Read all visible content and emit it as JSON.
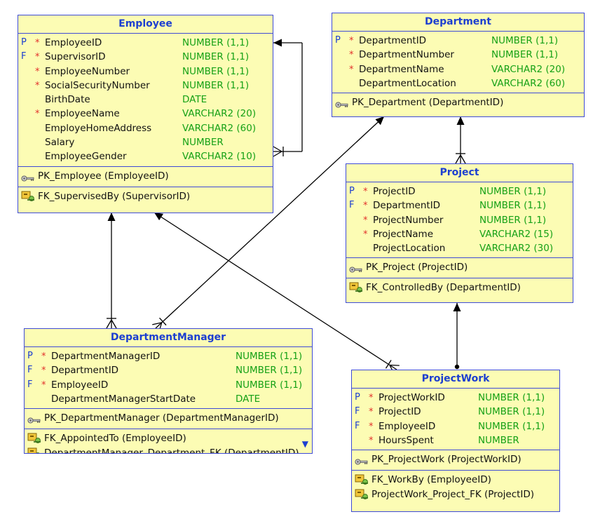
{
  "entities": {
    "employee": {
      "title": "Employee",
      "columns": [
        {
          "marker": "P",
          "required": "*",
          "name": "EmployeeID",
          "type": "NUMBER (1,1)"
        },
        {
          "marker": "F",
          "required": "*",
          "name": "SupervisorID",
          "type": "NUMBER (1,1)"
        },
        {
          "marker": "",
          "required": "*",
          "name": "EmployeeNumber",
          "type": "NUMBER (1,1)"
        },
        {
          "marker": "",
          "required": "*",
          "name": "SocialSecurityNumber",
          "type": "NUMBER (1,1)"
        },
        {
          "marker": "",
          "required": "",
          "name": "BirthDate",
          "type": "DATE"
        },
        {
          "marker": "",
          "required": "*",
          "name": "EmployeeName",
          "type": "VARCHAR2 (20)"
        },
        {
          "marker": "",
          "required": "",
          "name": "EmployeHomeAddress",
          "type": "VARCHAR2 (60)"
        },
        {
          "marker": "",
          "required": "",
          "name": "Salary",
          "type": "NUMBER"
        },
        {
          "marker": "",
          "required": "",
          "name": "EmployeeGender",
          "type": "VARCHAR2 (10)"
        }
      ],
      "pk": [
        "PK_Employee (EmployeeID)"
      ],
      "fk": [
        "FK_SupervisedBy (SupervisorID)"
      ]
    },
    "department": {
      "title": "Department",
      "columns": [
        {
          "marker": "P",
          "required": "*",
          "name": "DepartmentID",
          "type": "NUMBER (1,1)"
        },
        {
          "marker": "",
          "required": "*",
          "name": "DepartmentNumber",
          "type": "NUMBER (1,1)"
        },
        {
          "marker": "",
          "required": "*",
          "name": "DepartmentName",
          "type": "VARCHAR2 (20)"
        },
        {
          "marker": "",
          "required": "",
          "name": "DepartmentLocation",
          "type": "VARCHAR2 (60)"
        }
      ],
      "pk": [
        "PK_Department (DepartmentID)"
      ],
      "fk": []
    },
    "project": {
      "title": "Project",
      "columns": [
        {
          "marker": "P",
          "required": "*",
          "name": "ProjectID",
          "type": "NUMBER (1,1)"
        },
        {
          "marker": "F",
          "required": "*",
          "name": "DepartmentID",
          "type": "NUMBER (1,1)"
        },
        {
          "marker": "",
          "required": "*",
          "name": "ProjectNumber",
          "type": "NUMBER (1,1)"
        },
        {
          "marker": "",
          "required": "*",
          "name": "ProjectName",
          "type": "VARCHAR2 (15)"
        },
        {
          "marker": "",
          "required": "",
          "name": "ProjectLocation",
          "type": "VARCHAR2 (30)"
        }
      ],
      "pk": [
        "PK_Project (ProjectID)"
      ],
      "fk": [
        "FK_ControlledBy (DepartmentID)"
      ]
    },
    "departmentManager": {
      "title": "DepartmentManager",
      "columns": [
        {
          "marker": "P",
          "required": "*",
          "name": "DepartmentManagerID",
          "type": "NUMBER (1,1)"
        },
        {
          "marker": "F",
          "required": "*",
          "name": "DepartmentID",
          "type": "NUMBER (1,1)"
        },
        {
          "marker": "F",
          "required": "*",
          "name": "EmployeeID",
          "type": "NUMBER (1,1)"
        },
        {
          "marker": "",
          "required": "",
          "name": "DepartmentManagerStartDate",
          "type": "DATE"
        }
      ],
      "pk": [
        "PK_DepartmentManager (DepartmentManagerID)"
      ],
      "fk": [
        "FK_AppointedTo (EmployeeID)",
        "DepartmentManager_Department_FK (DepartmentID)"
      ]
    },
    "projectWork": {
      "title": "ProjectWork",
      "columns": [
        {
          "marker": "P",
          "required": "*",
          "name": "ProjectWorkID",
          "type": "NUMBER (1,1)"
        },
        {
          "marker": "F",
          "required": "*",
          "name": "ProjectID",
          "type": "NUMBER (1,1)"
        },
        {
          "marker": "F",
          "required": "*",
          "name": "EmployeeID",
          "type": "NUMBER (1,1)"
        },
        {
          "marker": "",
          "required": "*",
          "name": "HoursSpent",
          "type": "NUMBER"
        }
      ],
      "pk": [
        "PK_ProjectWork (ProjectWorkID)"
      ],
      "fk": [
        "FK_WorkBy (EmployeeID)",
        "ProjectWork_Project_FK (ProjectID)"
      ]
    }
  },
  "colors": {
    "entity_fill": "#fcfcb4",
    "border": "#3e4bd6",
    "title_text": "#1d3fd0",
    "type_text": "#16a116",
    "required_star": "#e2312b",
    "key_marker": "#1d3fd0",
    "relation_line": "#000000"
  }
}
